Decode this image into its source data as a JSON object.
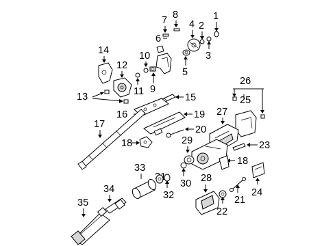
{
  "labels": {
    "c1": "1",
    "c2": "2",
    "c3": "3",
    "c4": "4",
    "c5": "5",
    "c6": "6",
    "c7": "7",
    "c8": "8",
    "c9": "9",
    "c10": "10",
    "c11": "11",
    "c12": "12",
    "c13": "13",
    "c14": "14",
    "c15": "15",
    "c16": "16",
    "c17": "17",
    "c18a": "18",
    "c18b": "18",
    "c19": "19",
    "c20": "20",
    "c21": "21",
    "c22": "22",
    "c23": "23",
    "c24": "24",
    "c25": "25",
    "c26": "26",
    "c27": "27",
    "c28": "28",
    "c29": "29",
    "c30": "30",
    "c31": "31",
    "c32": "32",
    "c33": "33",
    "c34": "34",
    "c35": "35"
  }
}
